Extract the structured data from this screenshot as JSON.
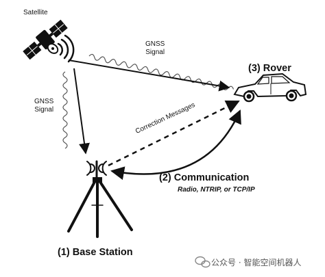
{
  "labels": {
    "satellite": "Satellite",
    "gnss_signal_top": "GNSS\nSignal",
    "gnss_signal_left": "GNSS\nSignal",
    "rover": "(3)  Rover",
    "correction_messages": "Correction Messages",
    "communication": "(2)  Communication",
    "communication_sub": "Radio, NTRIP, or TCP/IP",
    "base_station": "(1)  Base Station"
  },
  "watermark": {
    "text": "公众号 · 智能空间机器人",
    "icon": "wechat-icon"
  },
  "colors": {
    "ink": "#111111",
    "watermark": "#777777"
  }
}
